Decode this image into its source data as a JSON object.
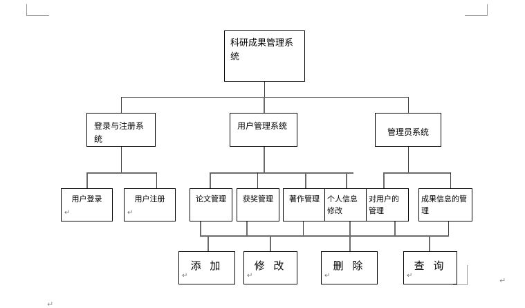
{
  "document": {
    "type": "word-document-diagram",
    "title": "科研成果管理系统结构图",
    "paragraph_mark": "↵"
  },
  "diagram": {
    "root": {
      "id": "root",
      "label": "科研成果管理系统",
      "trailing_mark": "↵"
    },
    "level2": [
      {
        "id": "login-register-system",
        "label": "登录与注册系统",
        "trailing_mark": "↵"
      },
      {
        "id": "user-management-system",
        "label": "用户管理系统",
        "trailing_mark": "↵"
      },
      {
        "id": "admin-system",
        "label": "管理员系统",
        "trailing_mark": "↵"
      }
    ],
    "level3": [
      {
        "id": "user-login",
        "label": "用户登录",
        "trailing_mark": "↵",
        "parent": "login-register-system"
      },
      {
        "id": "user-register",
        "label": "用户注册",
        "trailing_mark": "↵",
        "parent": "login-register-system"
      },
      {
        "id": "paper-management",
        "label": "论文管理",
        "trailing_mark": "↵",
        "parent": "user-management-system"
      },
      {
        "id": "award-management",
        "label": "获奖管理",
        "trailing_mark": "↵",
        "parent": "user-management-system"
      },
      {
        "id": "book-management",
        "label": "著作管理",
        "trailing_mark": "↵",
        "parent": "user-management-system"
      },
      {
        "id": "personal-info-edit",
        "label": "个人信息修改",
        "trailing_mark": "↵",
        "parent": "user-management-system"
      },
      {
        "id": "user-administration",
        "label": "对用户的管理",
        "trailing_mark": "↵",
        "parent": "admin-system"
      },
      {
        "id": "achievement-info-management",
        "label": "成果信息的管理",
        "trailing_mark": "↵",
        "parent": "admin-system"
      }
    ],
    "level4": [
      {
        "id": "add-operation",
        "label": "添 加",
        "trailing_mark": "↵"
      },
      {
        "id": "modify-operation",
        "label": "修 改",
        "trailing_mark": "↵"
      },
      {
        "id": "delete-operation",
        "label": "删 除",
        "trailing_mark": "↵"
      },
      {
        "id": "query-operation",
        "label": "查 询",
        "trailing_mark": "↵"
      }
    ]
  },
  "colors": {
    "box_border": "#000000",
    "connector": "#3c3c3c",
    "connector_thick": "#6a6a6a",
    "margin_mark": "#9a9a9a",
    "text": "#000000",
    "paragraph_mark": "#6f6f6f",
    "page_background": "#ffffff"
  }
}
